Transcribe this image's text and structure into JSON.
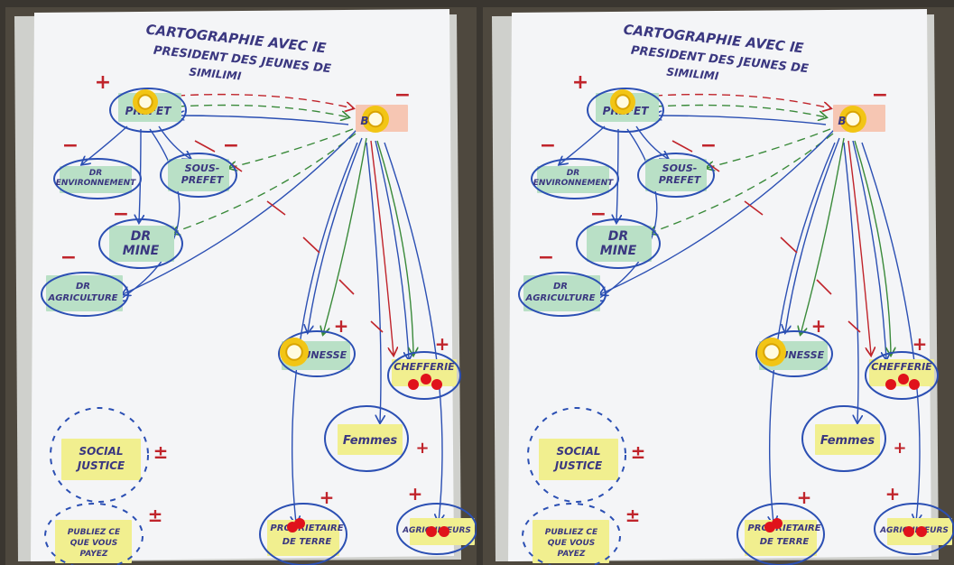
{
  "poster": {
    "title_lines": [
      "CARTOGRAPHIE   AVEC  lE",
      "PRESIDENT DES JEUNES DE",
      "SIMILIMI"
    ],
    "nodes": {
      "prefet": "PREFET",
      "dr_environment": [
        "DR",
        "ENVIRONNEMENT"
      ],
      "sous_prefet": [
        "SOUS-",
        "PREFET"
      ],
      "dr_mine": [
        "DR",
        "MINE"
      ],
      "dr_agriculture": [
        "DR",
        "AGRICULTURE"
      ],
      "jeunesse": "JEUNESSE",
      "chefferie": "CHEFFERIE",
      "femmes": "Femmes",
      "proprietaire": [
        "PROPRIETAIRE",
        "DE TERRE"
      ],
      "agriculteurs": "AGRICULTEURS",
      "social_justice": [
        "SOCIAL",
        "JUSTICE"
      ],
      "publiez": [
        "PUBLIEZ CE",
        "QUE VOUS",
        "PAYEZ"
      ]
    },
    "marks": {
      "plus": "+",
      "minus": "−",
      "plus_minus": "±"
    }
  },
  "colors": {
    "paper": "#f4f5f7",
    "ink_blue": "#2b4fb3",
    "ink_red": "#c0242b",
    "ink_green": "#3a8a3a",
    "ink_purple": "#3a3780",
    "sticky_green": "#b9e0c6",
    "sticky_yellow": "#f1ef8f",
    "sticky_pink": "#f6c6b3",
    "tape_yellow": "#f2c515",
    "dot_red": "#e0121b"
  },
  "icons": [
    "tape-roll-icon",
    "red-dot-sticker-icon"
  ]
}
